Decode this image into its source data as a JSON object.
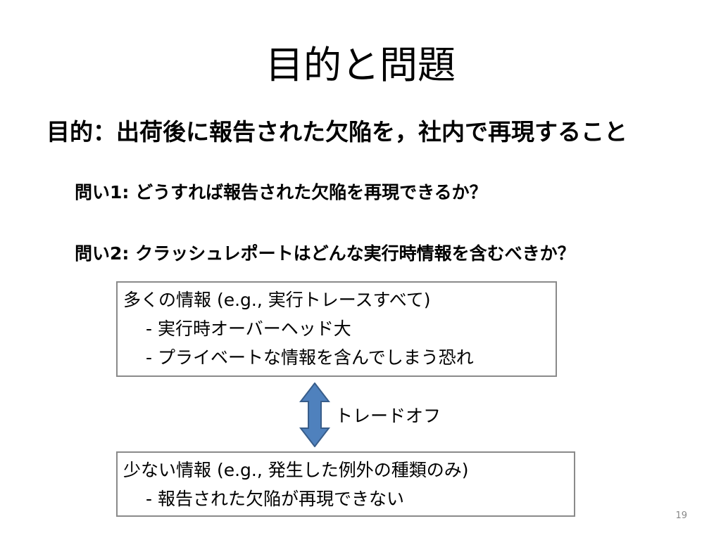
{
  "slide": {
    "title": "目的と問題",
    "purpose": "目的：出荷後に報告された欠陥を，社内で再現すること",
    "questions": [
      "問い1: どうすれば報告された欠陥を再現できるか？",
      "問い2: クラッシュレポートはどんな実行時情報を含むべきか？"
    ],
    "box_more": {
      "line1": "多くの情報 (e.g., 実行トレースすべて)",
      "line2": "- 実行時オーバーヘッド大",
      "line3": "- プライベートな情報を含んでしまう恐れ"
    },
    "tradeoff_label": "トレードオフ",
    "box_less": {
      "line1": "少ない情報 (e.g., 発生した例外の種類のみ)",
      "line2": "- 報告された欠陥が再現できない"
    },
    "page_number": "19",
    "colors": {
      "arrow_fill": "#4f81bd",
      "arrow_stroke": "#385d8a",
      "box_border": "#8a8a8a"
    },
    "icons": {
      "arrow": "double-vertical-arrow-icon"
    }
  }
}
